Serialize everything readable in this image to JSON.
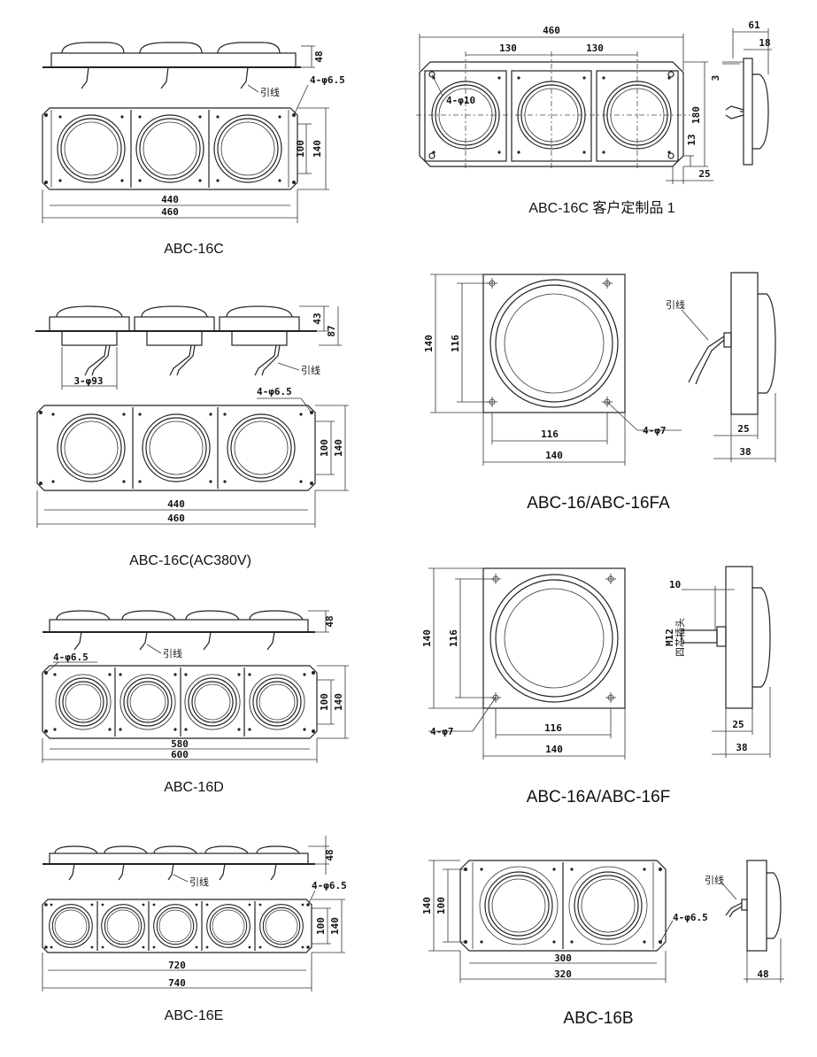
{
  "captions": {
    "abc16c": "ABC-16C",
    "abc16c_custom": "ABC-16C 客户定制品 1",
    "abc16c_ac380": "ABC-16C(AC380V)",
    "abc16_fa": "ABC-16/ABC-16FA",
    "abc16d": "ABC-16D",
    "abc16a_f": "ABC-16A/ABC-16F",
    "abc16e": "ABC-16E",
    "abc16b": "ABC-16B"
  },
  "labels": {
    "lead": "引线",
    "plug": "四芯插头",
    "m12": "M12"
  },
  "dims": {
    "d48": "48",
    "d140": "140",
    "d100": "100",
    "d440": "440",
    "d460": "460",
    "hole65": "4-φ6.5",
    "d130a": "130",
    "d130b": "130",
    "d61": "61",
    "d18": "18",
    "d3": "3",
    "hole10": "4-φ10",
    "d180": "180",
    "d13": "13",
    "d25": "25",
    "d43": "43",
    "d87": "87",
    "hole93": "3-φ93",
    "d116": "116",
    "hole7": "4-φ7",
    "d38": "38",
    "d10": "10",
    "d580": "580",
    "d600": "600",
    "d720": "720",
    "d740": "740",
    "d300": "300",
    "d320": "320"
  }
}
